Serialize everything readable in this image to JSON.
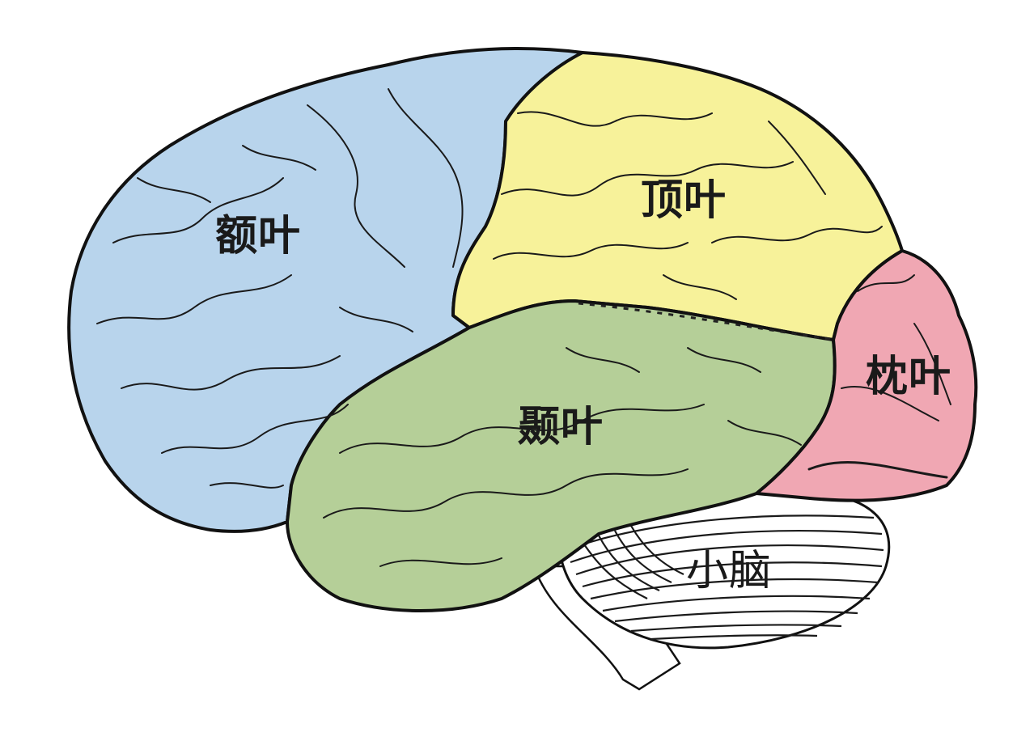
{
  "diagram": {
    "type": "brain-lobes-lateral-view",
    "background": "#ffffff",
    "regions": [
      {
        "id": "frontal",
        "label": "额叶",
        "color": "#b8d4ec"
      },
      {
        "id": "parietal",
        "label": "顶叶",
        "color": "#f7f29a"
      },
      {
        "id": "temporal",
        "label": "颞叶",
        "color": "#b5cf98"
      },
      {
        "id": "occipital",
        "label": "枕叶",
        "color": "#f0a7b3"
      },
      {
        "id": "cerebellum",
        "label": "小脑",
        "color": "#ffffff"
      }
    ]
  }
}
